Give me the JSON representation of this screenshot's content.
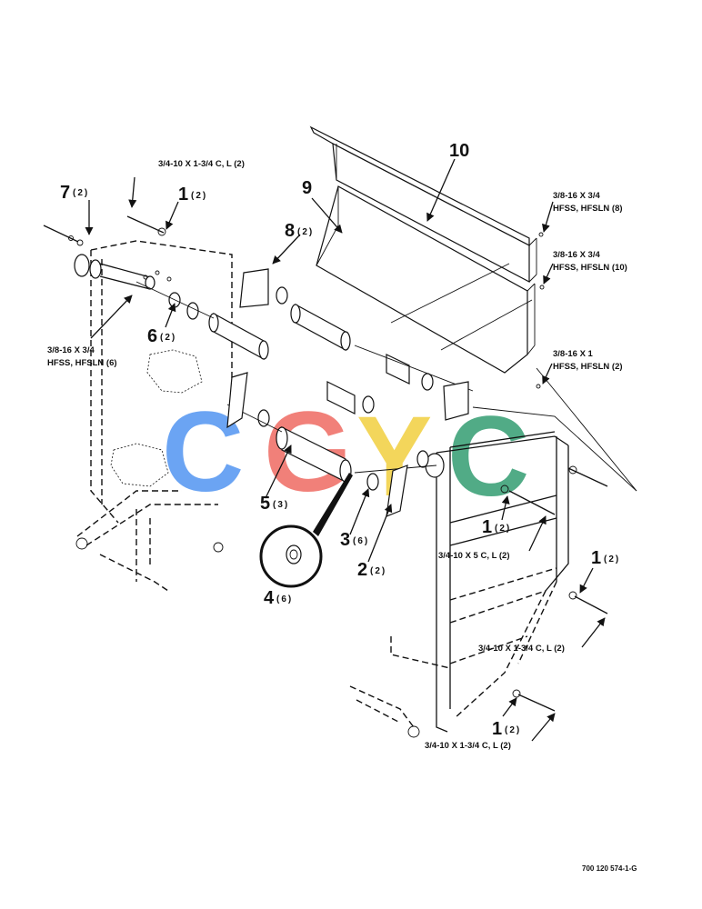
{
  "diagram": {
    "drawing_number": "700 120 574-1-G",
    "watermark_letters": [
      {
        "letter": "C",
        "color": "#5b9bf2"
      },
      {
        "letter": "G",
        "color": "#f0736b"
      },
      {
        "letter": "Y",
        "color": "#f2d24a"
      },
      {
        "letter": "C",
        "color": "#3fa37a"
      }
    ],
    "callouts": [
      {
        "id": "c10",
        "number": "10",
        "qty": ""
      },
      {
        "id": "c9",
        "number": "9",
        "qty": ""
      },
      {
        "id": "c8",
        "number": "8",
        "qty": "(2)"
      },
      {
        "id": "c7",
        "number": "7",
        "qty": "(2)"
      },
      {
        "id": "c1a",
        "number": "1",
        "qty": "(2)"
      },
      {
        "id": "c6",
        "number": "6",
        "qty": "(2)"
      },
      {
        "id": "c5",
        "number": "5",
        "qty": "(3)"
      },
      {
        "id": "c4",
        "number": "4",
        "qty": "(6)"
      },
      {
        "id": "c3",
        "number": "3",
        "qty": "(6)"
      },
      {
        "id": "c2",
        "number": "2",
        "qty": "(2)"
      },
      {
        "id": "c1b",
        "number": "1",
        "qty": "(2)"
      },
      {
        "id": "c1c",
        "number": "1",
        "qty": "(2)"
      },
      {
        "id": "c1d",
        "number": "1",
        "qty": "(2)"
      }
    ],
    "notes": {
      "bolt_top": "3/4-10 X 1-3/4 C, L (2)",
      "right1_l1": "3/8-16 X 3/4",
      "right1_l2": "HFSS, HFSLN (8)",
      "right2_l1": "3/8-16 X 3/4",
      "right2_l2": "HFSS, HFSLN (10)",
      "right3_l1": "3/8-16 X 1",
      "right3_l2": "HFSS, HFSLN (2)",
      "left_l1": "3/8-16 X 3/4",
      "left_l2": "HFSS, HFSLN (6)",
      "bolt_mid": "3/4-10 X 5 C, L (2)",
      "bolt_lower": "3/4-10 X 1-3/4 C, L (2)",
      "bolt_bottom": "3/4-10 X 1-3/4 C, L (2)"
    }
  }
}
